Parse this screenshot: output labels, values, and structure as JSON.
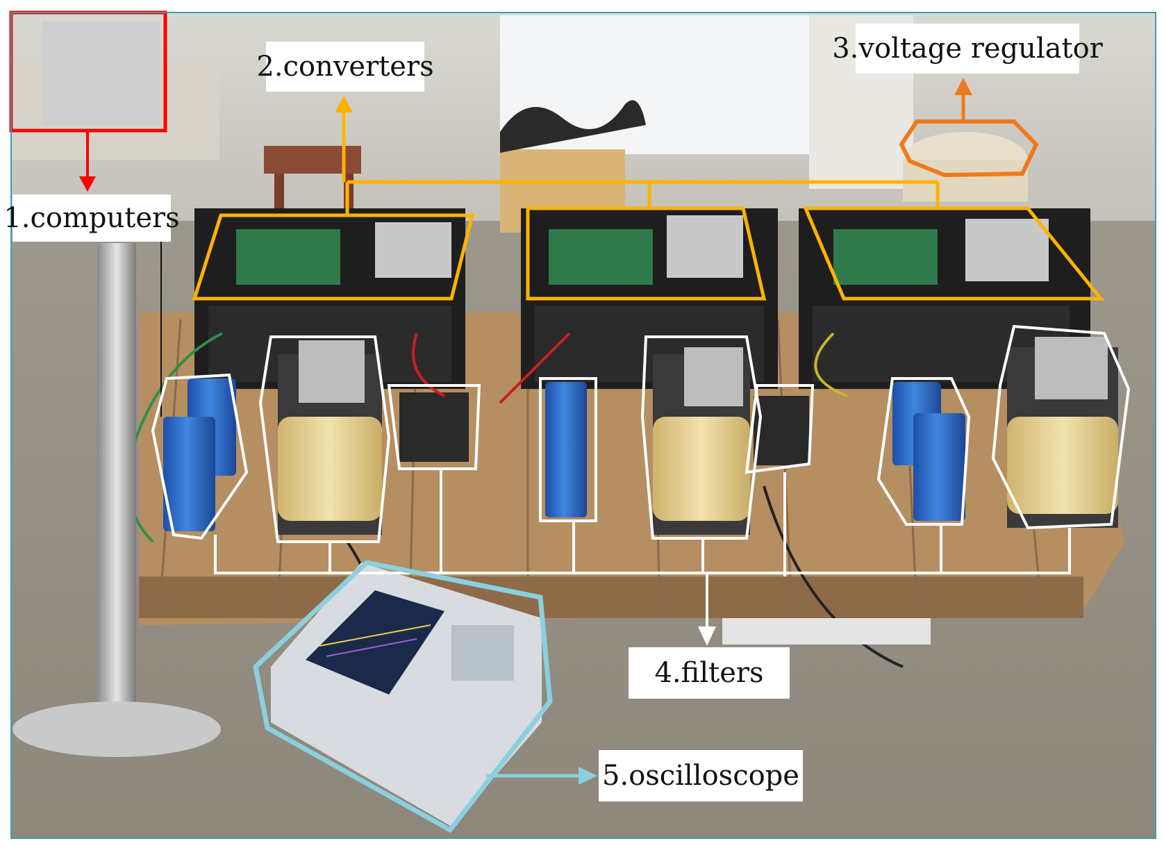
{
  "labels": {
    "computers": "1.computers",
    "converters": "2.converters",
    "voltage_regulator": "3.voltage regulator",
    "filters": "4.filters",
    "oscilloscope": "5.oscilloscope"
  },
  "colors": {
    "computers_highlight": "#ff0000",
    "converters_highlight": "#ffb300",
    "voltage_regulator_highlight": "#ee7a1e",
    "filters_highlight": "#ffffff",
    "oscilloscope_highlight": "#8ccfe0",
    "frame_border": "#3aa0b0",
    "capacitor": "#2f6fd0",
    "inductor_core": "#e8d49a",
    "floor": "#9a9486",
    "wall": "#e8e6de",
    "pallet_wood": "#b08a60",
    "converter_case": "#1c1c1c"
  }
}
